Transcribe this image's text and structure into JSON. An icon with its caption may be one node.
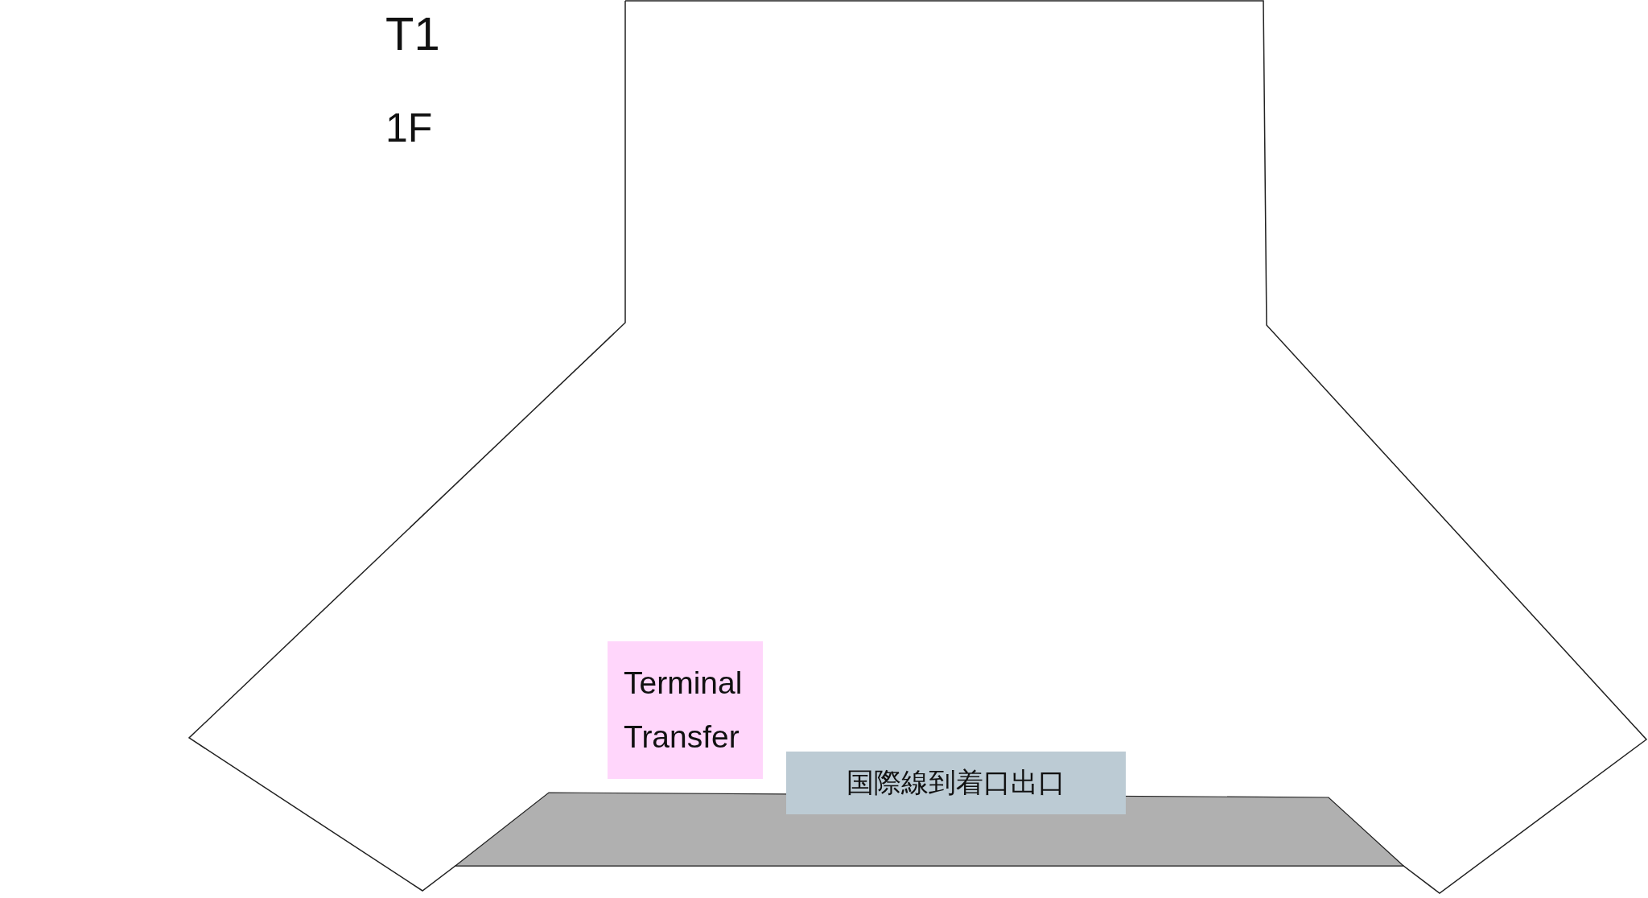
{
  "diagram": {
    "nodes": [
      {
        "text": [
          "Terminal Transfer"
        ]
      },
      {
        "text": [
          "国際線到着口出口"
        ]
      }
    ],
    "labels": [
      "T1",
      "1F"
    ]
  }
}
